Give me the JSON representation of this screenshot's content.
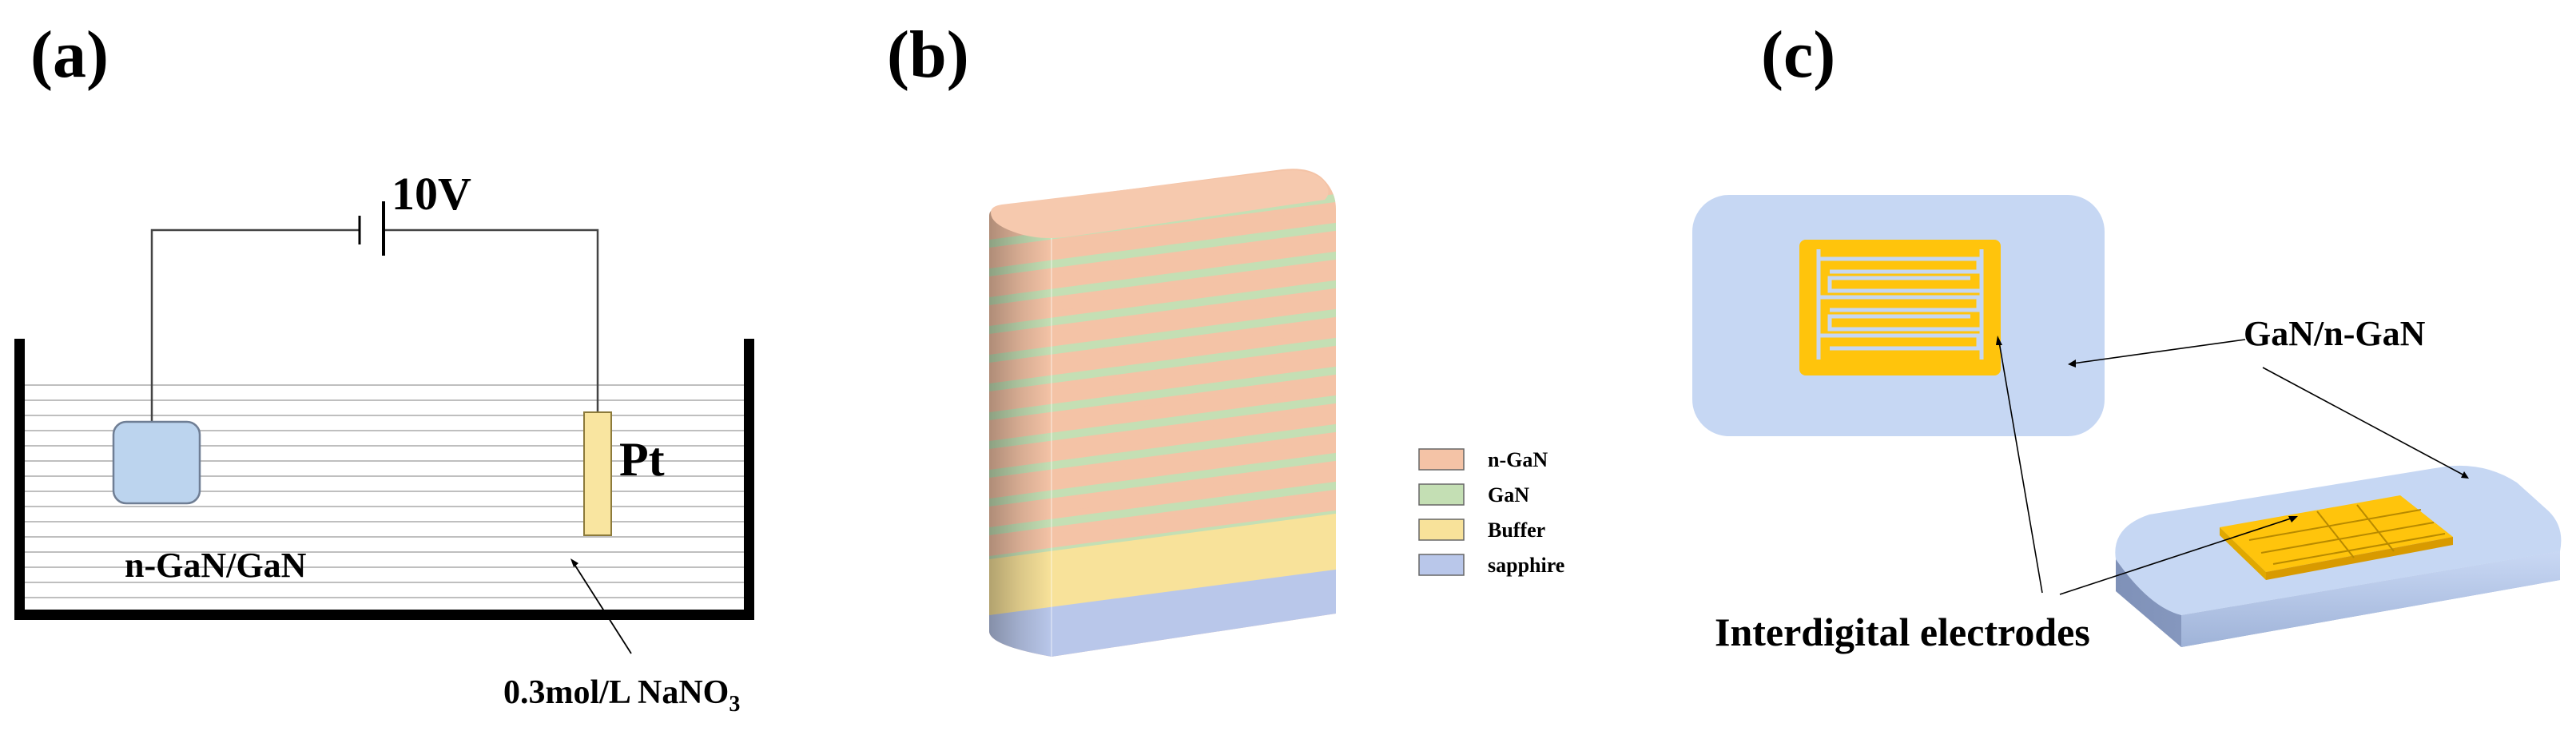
{
  "panels": {
    "a": {
      "label": "(a)",
      "voltage": "10V",
      "counter_electrode": "Pt",
      "sample": "n-GaN/GaN",
      "electrolyte_main": "0.3mol/L NaNO",
      "electrolyte_sub": "3"
    },
    "b": {
      "label": "(b)",
      "legend": [
        {
          "name": "n-GaN",
          "color": "#f4c3a6"
        },
        {
          "name": "GaN",
          "color": "#c4dfb4"
        },
        {
          "name": "Buffer",
          "color": "#f8e29a"
        },
        {
          "name": "sapphire",
          "color": "#b9c7ea"
        }
      ]
    },
    "c": {
      "label": "(c)",
      "substrate_label": "GaN/n-GaN",
      "electrode_label": "Interdigital electrodes"
    }
  },
  "colors": {
    "n_gan": "#f4c3a6",
    "gan": "#c4dfb4",
    "buffer": "#f8e29a",
    "sapphire": "#b9c7ea",
    "substrate": "#c6d7f3",
    "electrode": "#ffc40c",
    "sample_fill": "#bcd4ee",
    "pt_fill": "#f9e5a0"
  }
}
